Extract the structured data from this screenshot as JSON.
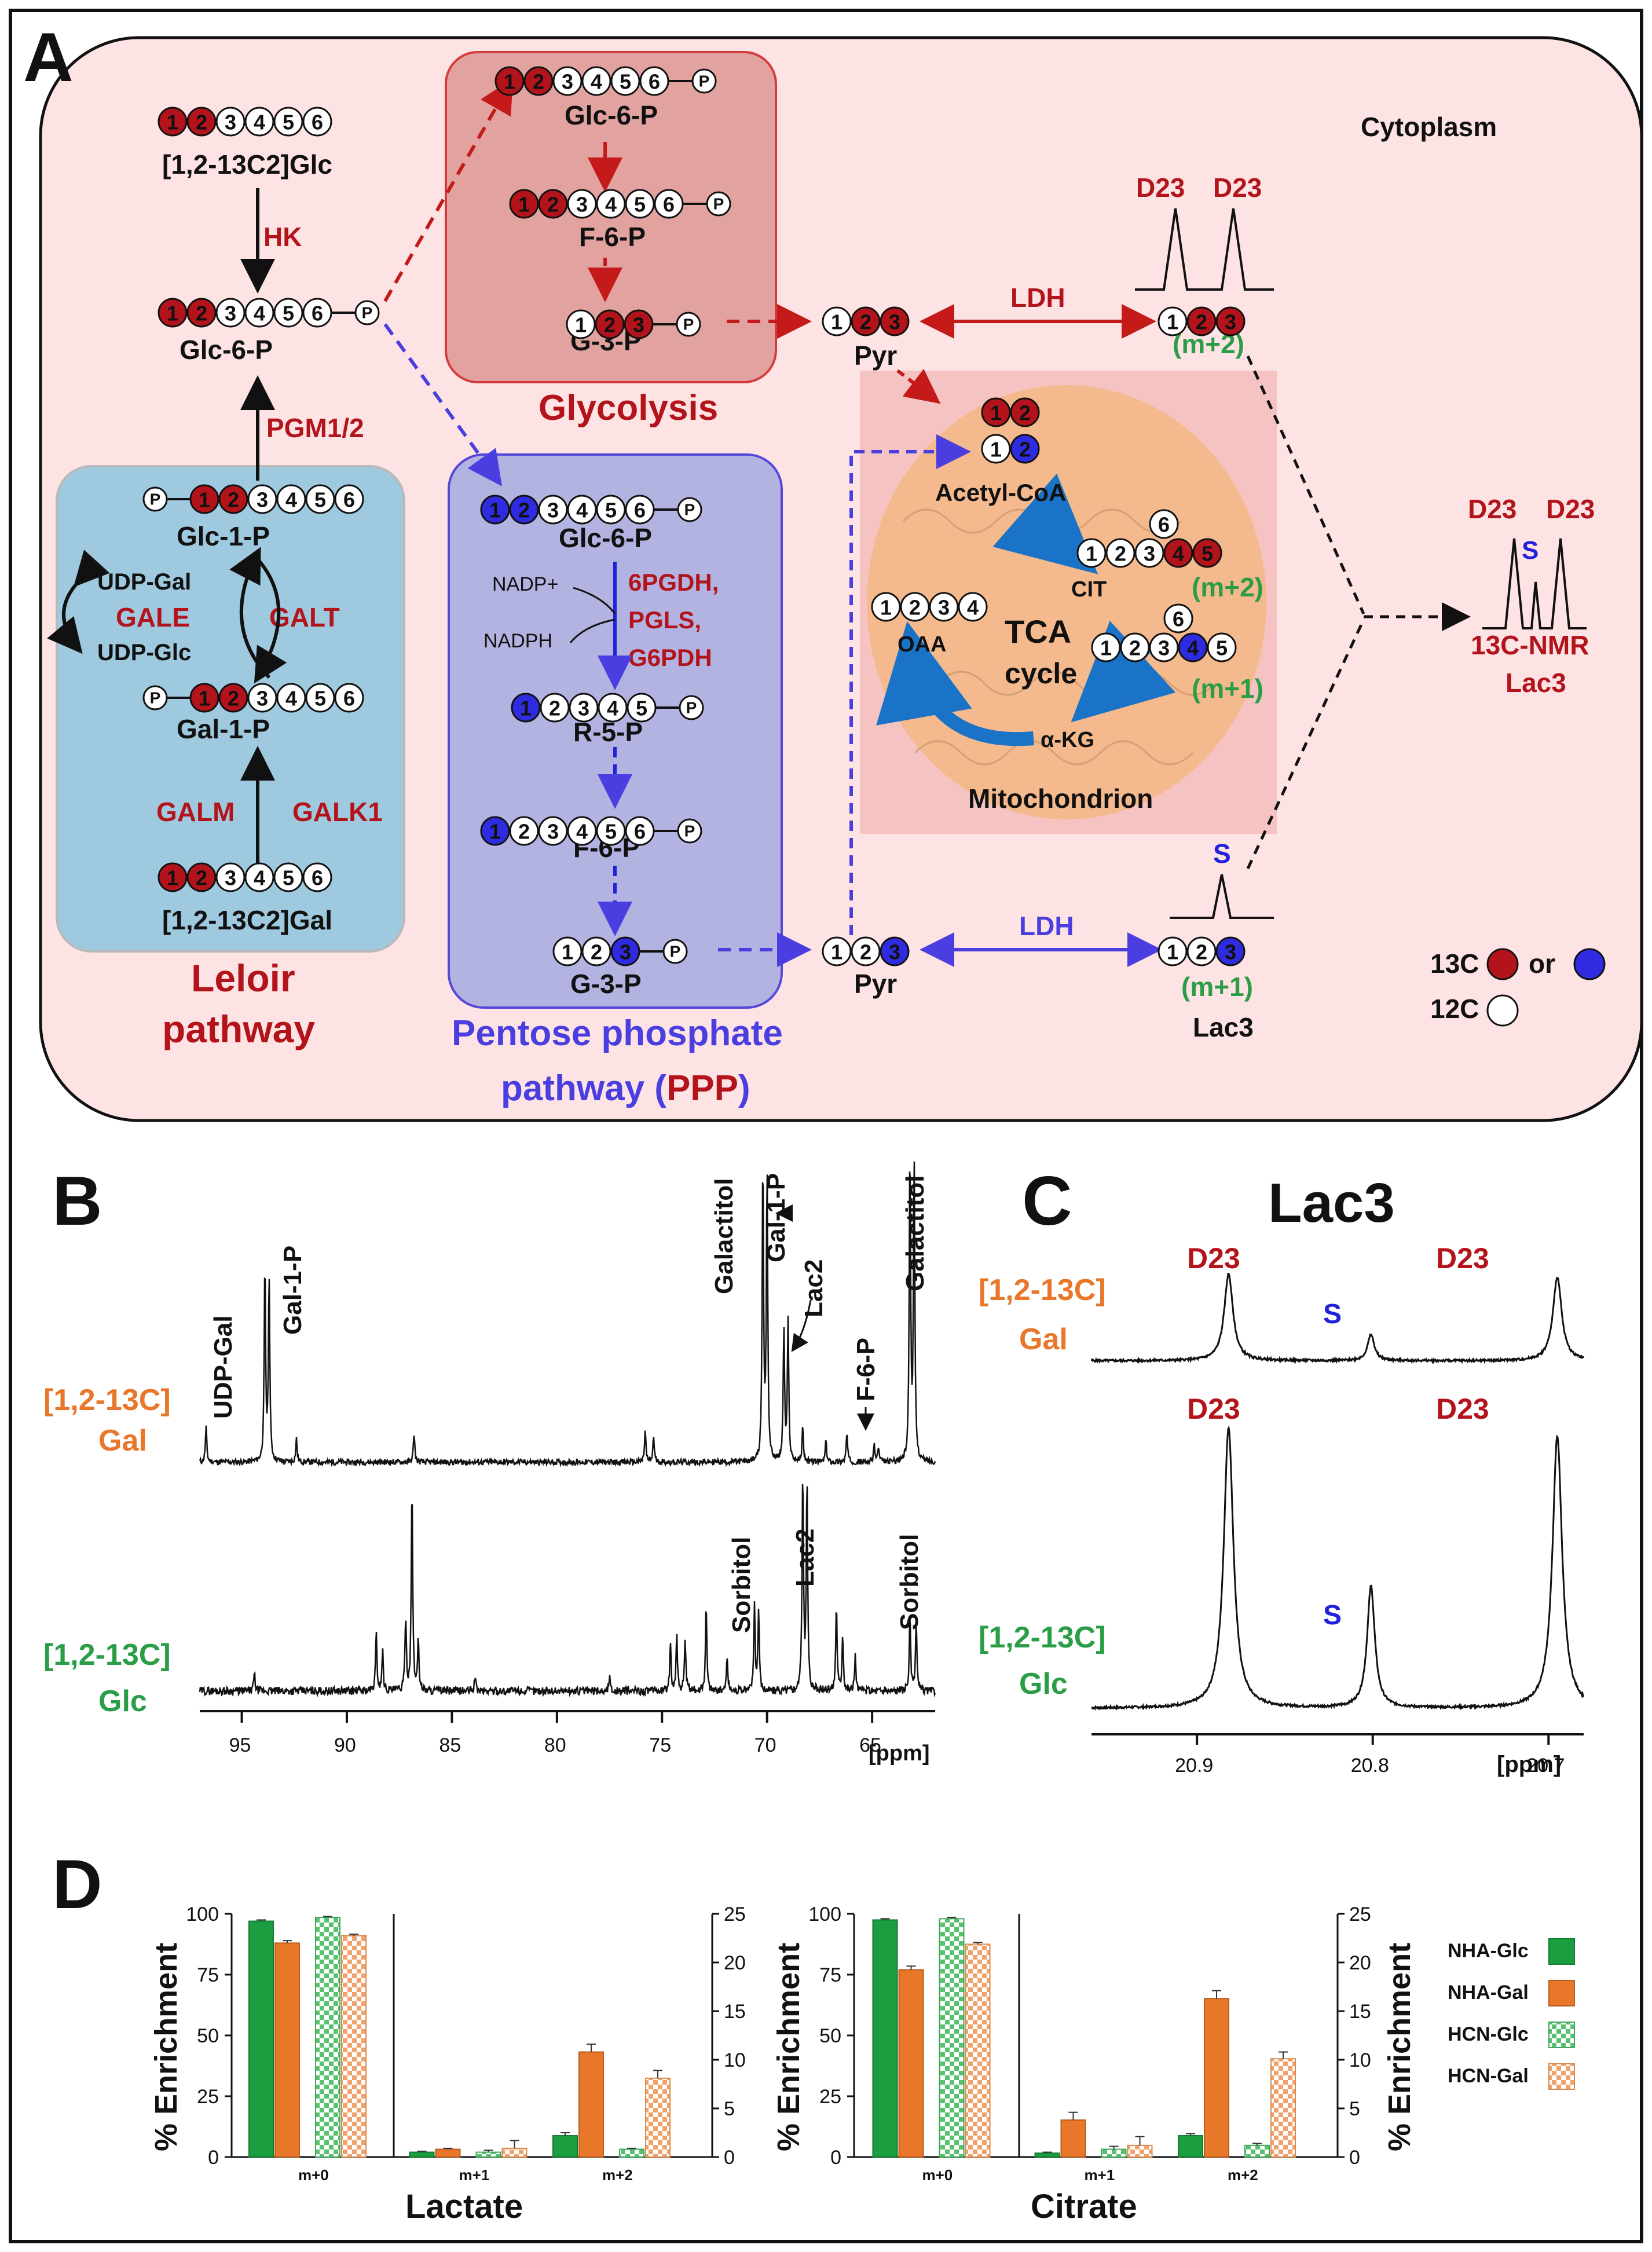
{
  "panel_letters": {
    "a": "A",
    "b": "B",
    "c": "C",
    "d": "D"
  },
  "panel_a": {
    "cytoplasm": "Cytoplasm",
    "mitochondrion": "Mitochondrion",
    "glc": "[1,2-13C2]Glc",
    "gal": "[1,2-13C2]Gal",
    "glc6p": "Glc-6-P",
    "glc1p": "Glc-1-P",
    "gal1p": "Gal-1-P",
    "f6p": "F-6-P",
    "g3p": "G-3-P",
    "r5p": "R-5-P",
    "pyr": "Pyr",
    "lac3": "Lac3",
    "acetyl_coa": "Acetyl-CoA",
    "cit": "CIT",
    "oaa": "OAA",
    "akg": "α-KG",
    "tca": "TCA",
    "cycle": "cycle",
    "udp_gal": "UDP-Gal",
    "udp_glc": "UDP-Glc",
    "nadp": "NADP+",
    "nadph": "NADPH",
    "enzymes": {
      "hk": "HK",
      "pgm": "PGM1/2",
      "gale": "GALE",
      "galt": "GALT",
      "galm": "GALM",
      "galk1": "GALK1",
      "ldh": "LDH",
      "pp1": "6PGDH,",
      "pp2": "PGLS,",
      "pp3": "G6PDH"
    },
    "pathways": {
      "leloir1": "Leloir",
      "leloir2": "pathway",
      "glycolysis": "Glycolysis",
      "ppp1": "Pentose phosphate",
      "ppp2a": "pathway (",
      "ppp2b": "PPP",
      "ppp2c": ")"
    },
    "mass": {
      "m2": "(m+2)",
      "m1": "(m+1)"
    },
    "d23": "D23",
    "s": "S",
    "nmr1": "13C-NMR",
    "nmr2": "Lac3",
    "legend_13c": "13C",
    "legend_or": "or",
    "legend_12c": "12C",
    "p": "P"
  },
  "panel_b": {
    "gal_label1": "[1,2-13C]",
    "gal_label2": "Gal",
    "glc_label1": "[1,2-13C]",
    "glc_label2": "Glc",
    "peaks_top": [
      "UDP-Gal",
      "Gal-1-P",
      "Galactitol",
      "Gal-1-P",
      "Lac2",
      "F-6-P",
      "Galactitol"
    ],
    "peaks_bottom": [
      "Sorbitol",
      "Lac2",
      "Sorbitol"
    ],
    "ticks": [
      "95",
      "90",
      "85",
      "80",
      "75",
      "70",
      "65"
    ],
    "unit": "[ppm]"
  },
  "panel_c": {
    "title": "Lac3",
    "gal_label1": "[1,2-13C]",
    "gal_label2": "Gal",
    "glc_label1": "[1,2-13C]",
    "glc_label2": "Glc",
    "d23": "D23",
    "s": "S",
    "ticks": [
      "20.9",
      "20.8",
      "20.7"
    ],
    "unit": "[ppm]"
  },
  "chart_data": [
    {
      "type": "bar",
      "title": "Lactate",
      "ylabel": "% Enrichment",
      "left_axis": {
        "categories": [
          "m+0"
        ],
        "ylim": [
          0,
          100
        ],
        "ticks": [
          0,
          25,
          50,
          75,
          100
        ]
      },
      "right_axis": {
        "categories": [
          "m+1",
          "m+2"
        ],
        "ylim": [
          0,
          25
        ],
        "ticks": [
          0,
          5,
          10,
          15,
          20,
          25
        ]
      },
      "series": [
        {
          "name": "NHA-Glc",
          "values": [
            97.0,
            0.5,
            2.2
          ]
        },
        {
          "name": "NHA-Gal",
          "values": [
            88.0,
            0.8,
            10.8
          ]
        },
        {
          "name": "HCN-Glc",
          "values": [
            98.5,
            0.5,
            0.8
          ]
        },
        {
          "name": "HCN-Gal",
          "values": [
            91.0,
            0.9,
            8.1
          ]
        }
      ],
      "errors": [
        [
          0.5,
          0.1,
          0.3
        ],
        [
          1.0,
          0.1,
          0.8
        ],
        [
          0.4,
          0.2,
          0.1
        ],
        [
          0.6,
          0.8,
          0.8
        ]
      ]
    },
    {
      "type": "bar",
      "title": "Citrate",
      "ylabel": "% Enrichment",
      "left_axis": {
        "categories": [
          "m+0"
        ],
        "ylim": [
          0,
          100
        ],
        "ticks": [
          0,
          25,
          50,
          75,
          100
        ]
      },
      "right_axis": {
        "categories": [
          "m+1",
          "m+2"
        ],
        "ylim": [
          0,
          25
        ],
        "ticks": [
          0,
          5,
          10,
          15,
          20,
          25
        ]
      },
      "series": [
        {
          "name": "NHA-Glc",
          "values": [
            97.5,
            0.4,
            2.2
          ]
        },
        {
          "name": "NHA-Gal",
          "values": [
            77.0,
            3.8,
            16.3
          ]
        },
        {
          "name": "HCN-Glc",
          "values": [
            98.0,
            0.8,
            1.2
          ]
        },
        {
          "name": "HCN-Gal",
          "values": [
            87.5,
            1.2,
            10.1
          ]
        }
      ],
      "errors": [
        [
          0.5,
          0.1,
          0.2
        ],
        [
          1.5,
          0.8,
          0.8
        ],
        [
          0.5,
          0.3,
          0.2
        ],
        [
          0.7,
          0.9,
          0.7
        ]
      ]
    }
  ],
  "panel_d": {
    "legend": [
      "NHA-Glc",
      "NHA-Gal",
      "HCN-Glc",
      "HCN-Gal"
    ],
    "colors": {
      "nha_glc": "#1a9e3f",
      "nha_gal": "#e8772a",
      "hcn_glc": "#7fd38f",
      "hcn_gal": "#f4b98b"
    },
    "x_groups": [
      "m+0",
      "m+1",
      "m+2"
    ],
    "left_ticks": [
      "0",
      "25",
      "50",
      "75",
      "100"
    ],
    "right_ticks": [
      "0",
      "5",
      "10",
      "15",
      "20",
      "25"
    ]
  }
}
